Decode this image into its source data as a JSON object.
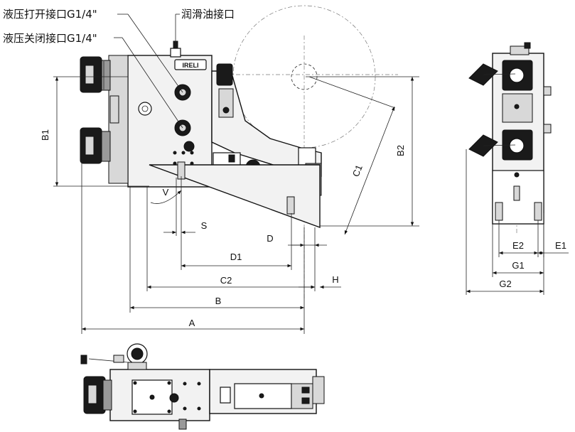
{
  "labels": {
    "hydraulic_open_port": "液压打开接口G1/4\"",
    "hydraulic_close_port": "液压关闭接口G1/4\"",
    "lubrication_port": "润滑油接口"
  },
  "dimensions": {
    "A": "A",
    "B": "B",
    "C1": "C1",
    "C2": "C2",
    "D": "D",
    "D1": "D1",
    "H": "H",
    "S": "S",
    "V": "V",
    "B1": "B1",
    "B2": "B2",
    "E1": "E1",
    "E2": "E2",
    "G1": "G1",
    "G2": "G2"
  },
  "logo": "IRELI"
}
